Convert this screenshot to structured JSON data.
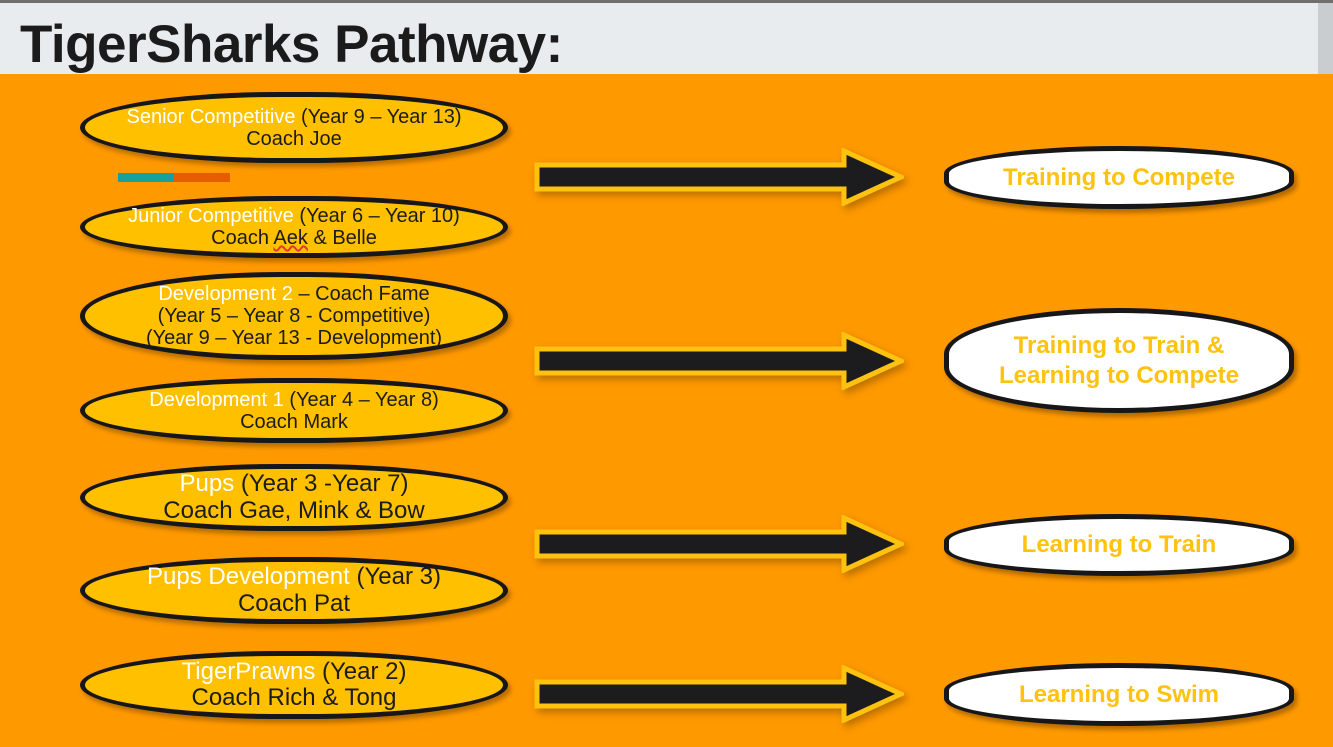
{
  "header": {
    "title": "TigerSharks Pathway:"
  },
  "accent_bar": {
    "name": "accent-bar",
    "teal": "#16a0a0",
    "orange": "#e85c00"
  },
  "colors": {
    "background": "#ff9900",
    "pill_fill": "#ffc000",
    "pill_border": "#17171a",
    "outcome_fill": "#ffffff",
    "outcome_text": "#ffc20e",
    "header_band": "#e8ecee",
    "title_text": "#1b1b1b",
    "arrow_fill": "#1c1c1e",
    "arrow_outline": "#ffc20e"
  },
  "squads": [
    {
      "id": "senior-competitive",
      "name_part": "Senior Competitive",
      "years_part": " (Year 9 – Year 13)",
      "coach_line": "Coach Joe",
      "lines": 2
    },
    {
      "id": "junior-competitive",
      "name_part": "Junior Competitive",
      "years_part": " (Year 6 – Year 10)",
      "coach_pre": "Coach ",
      "coach_misspelled": "Aek",
      "coach_post": " & Belle",
      "lines": 2
    },
    {
      "id": "development-2",
      "name_part": "Development 2",
      "years_part": " – Coach Fame",
      "line2": "(Year 5 – Year 8 - Competitive)",
      "line3": "(Year 9 – Year 13 - Development)",
      "lines": 3
    },
    {
      "id": "development-1",
      "name_part": "Development 1",
      "years_part": " (Year 4 – Year 8)",
      "coach_line": "Coach Mark",
      "lines": 2
    },
    {
      "id": "pups",
      "name_part": "Pups",
      "years_part": " (Year 3 -Year 7)",
      "coach_line": "Coach Gae, Mink & Bow",
      "lines": 2
    },
    {
      "id": "pups-development",
      "name_part": "Pups Development",
      "years_part": " (Year 3)",
      "coach_line": "Coach Pat",
      "lines": 2
    },
    {
      "id": "tigerprawns",
      "name_part": "TigerPrawns",
      "years_part": " (Year 2)",
      "coach_line": "Coach Rich & Tong",
      "lines": 2
    }
  ],
  "outcomes": [
    {
      "id": "training-to-compete",
      "line1": "Training to Compete"
    },
    {
      "id": "training-to-train",
      "line1": "Training to Train &",
      "line2": "Learning to Compete"
    },
    {
      "id": "learning-to-train",
      "line1": "Learning to Train"
    },
    {
      "id": "learning-to-swim",
      "line1": "Learning to Swim"
    }
  ],
  "arrows": [
    {
      "id": "arrow-to-training-to-compete"
    },
    {
      "id": "arrow-to-training-to-train"
    },
    {
      "id": "arrow-to-learning-to-train"
    },
    {
      "id": "arrow-to-learning-to-swim"
    }
  ]
}
